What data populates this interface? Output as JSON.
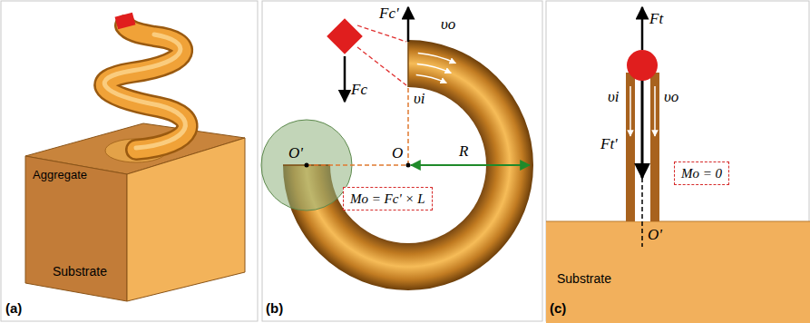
{
  "diagram": {
    "nodes": [
      {
        "text": [
          "Mo = Fc' × L"
        ]
      },
      {
        "text": [
          "Mo = 0"
        ]
      }
    ],
    "labels": [
      "Aggregate",
      "Substrate",
      "(a)",
      "Fc'",
      "Fc",
      "υo",
      "υi",
      "O",
      "O'",
      "R",
      "(b)",
      "Ft",
      "υi",
      "υo",
      "Ft'",
      "O'",
      "Substrate",
      "(c)"
    ]
  }
}
